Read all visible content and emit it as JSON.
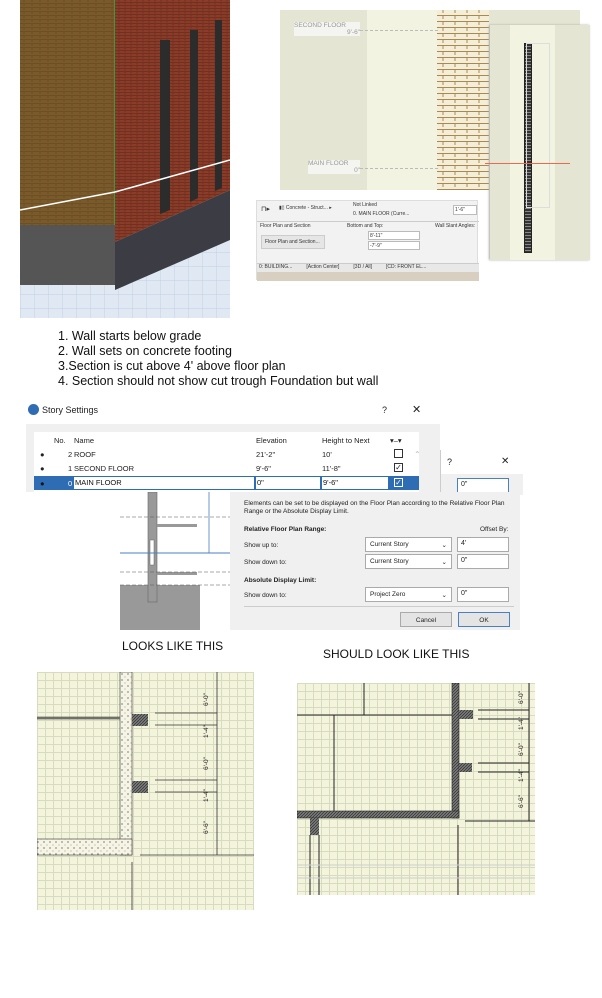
{
  "section_view": {
    "levels": [
      {
        "name": "SECOND FLOOR",
        "elevation": "9'-6\""
      },
      {
        "name": "MAIN FLOOR",
        "elevation": "0\""
      }
    ]
  },
  "toolbar": {
    "structure": "Concrete - Struct...",
    "top_link": "Not Linked",
    "home_story": "0. MAIN FLOOR (Curre...",
    "height_value": "1'-6\"",
    "floor_plan_label": "Floor Plan and Section",
    "floor_plan_button": "Floor Plan and Section...",
    "bottom_top_label": "Bottom and Top:",
    "top_value": "8'-11\"",
    "bottom_value": "-7'-9\"",
    "wall_slant_label": "Wall Slant Angles:",
    "tabs": [
      "0: BUILDING...",
      "[Action Center]",
      "[3D / All]",
      "[CD: FRONT EL..."
    ]
  },
  "notes": [
    "1.  Wall starts below grade",
    "2.  Wall sets on concrete footing",
    "3.Section is cut above 4' above floor plan",
    "4. Section should not show cut trough Foundation but wall"
  ],
  "story_settings": {
    "title": "Story Settings",
    "help": "?",
    "close": "✕",
    "columns": {
      "no": "No.",
      "name": "Name",
      "elevation": "Elevation",
      "height": "Height to Next"
    },
    "rows": [
      {
        "no": "2",
        "name": "ROOF",
        "elevation": "21'-2\"",
        "height": "10'",
        "checked": false
      },
      {
        "no": "1",
        "name": "SECOND FLOOR",
        "elevation": "9'-6\"",
        "height": "11'-8\"",
        "checked": true
      },
      {
        "no": "0",
        "name": "MAIN FLOOR",
        "elevation": "0\"",
        "height": "9'-6\"",
        "checked": true,
        "selected": true
      }
    ]
  },
  "back_dialog": {
    "help": "?",
    "close": "✕",
    "value": "0\""
  },
  "floor_plan_range": {
    "description": "Elements can be set to be displayed on the Floor Plan according to the Relative Floor Plan Range or the Absolute Display Limit.",
    "relative_heading": "Relative Floor Plan Range:",
    "offset_by": "Offset By:",
    "show_up_label": "Show up to:",
    "show_up_select": "Current Story",
    "show_up_offset": "4'",
    "show_down_label": "Show down to:",
    "show_down_select": "Current Story",
    "show_down_offset": "0\"",
    "absolute_heading": "Absolute Display Limit:",
    "abs_down_label": "Show down to:",
    "abs_down_select": "Project Zero",
    "abs_down_offset": "0\"",
    "cancel": "Cancel",
    "ok": "OK"
  },
  "captions": {
    "looks": "LOOKS LIKE THIS",
    "should": "SHOULD LOOK LIKE THIS"
  },
  "plan_left": {
    "dims": [
      "6'-0\"",
      "1'-4\"",
      "6'-0\"",
      "1'-4\"",
      "6'-6\""
    ]
  },
  "plan_right": {
    "dims": [
      "6'-0\"",
      "1'-4\"",
      "6'-0\"",
      "1'-4\"",
      "6'-6\""
    ]
  }
}
